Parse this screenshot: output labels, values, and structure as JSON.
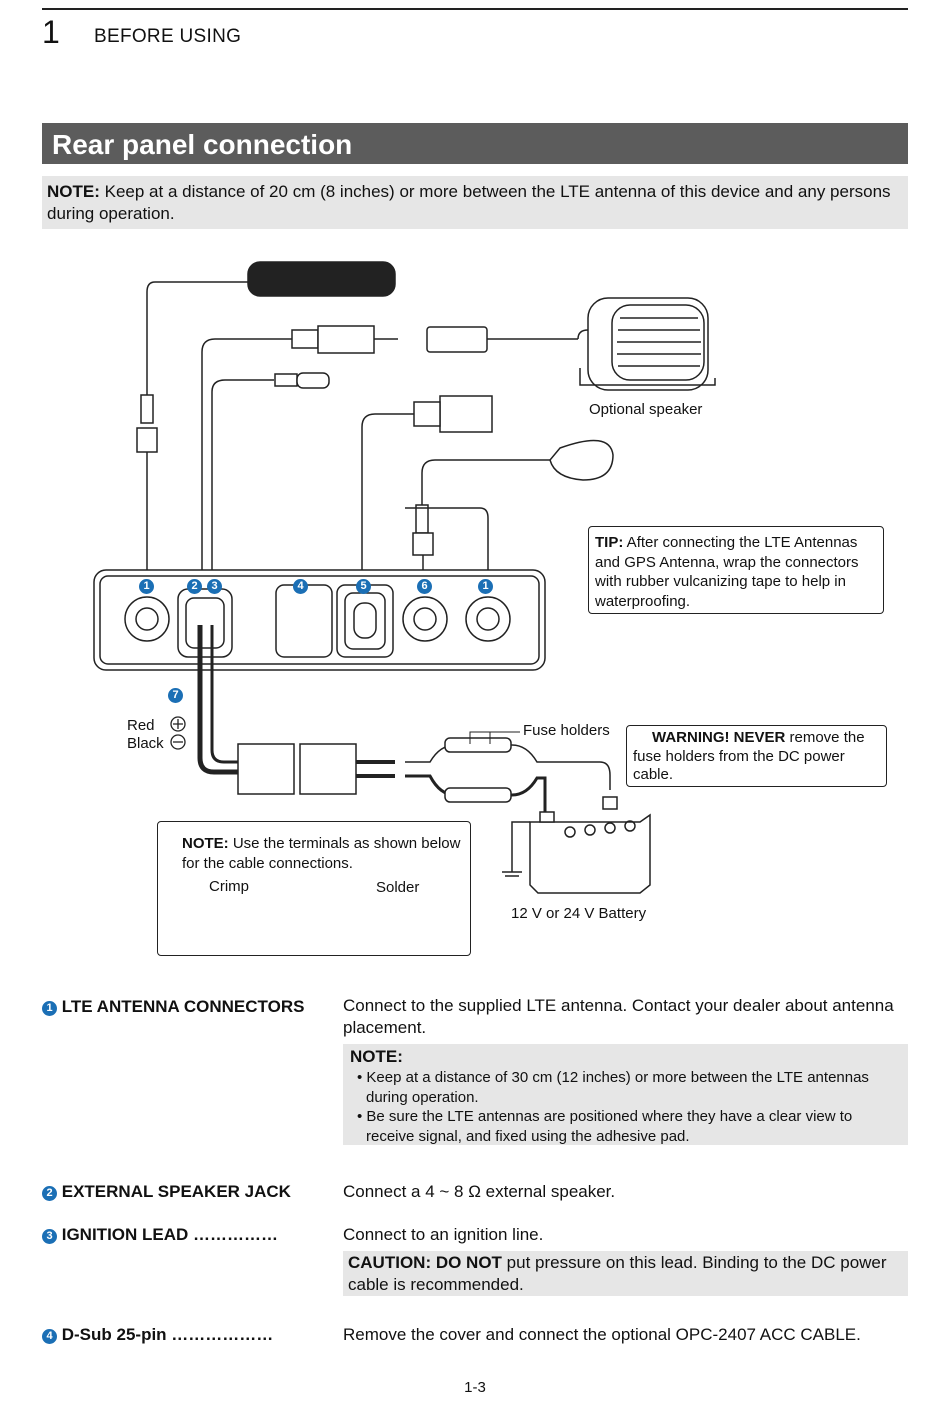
{
  "header": {
    "chapter_number": "1",
    "chapter_title": "BEFORE USING"
  },
  "section": {
    "title": "Rear panel connection"
  },
  "top_note": {
    "label": "NOTE:",
    "text": " Keep at a distance of 20 cm (8 inches) or more between the LTE antenna of this device and any persons during operation."
  },
  "diagram": {
    "optional_speaker": "Optional speaker",
    "tip_label": "TIP:",
    "tip_text": " After connecting the LTE Antennas and GPS Antenna, wrap the connectors with rubber vulcanizing tape to help in waterproofing.",
    "connector_numbers": [
      "1",
      "2",
      "3",
      "4",
      "5",
      "6",
      "1",
      "7"
    ],
    "red": "Red",
    "black": "Black",
    "fuse_holders": "Fuse holders",
    "warning_label": "WARNING! NEVER",
    "warning_text": " remove the fuse holders from the DC power cable.",
    "note_label": "NOTE:",
    "note_text": " Use the terminals as shown below for the cable connections.",
    "crimp": "Crimp",
    "solder": "Solder",
    "battery": "12 V or 24 V Battery"
  },
  "items": [
    {
      "num": "1",
      "title": "LTE ANTENNA CONNECTORS",
      "desc": "Connect to the supplied LTE antenna. Contact your dealer about antenna placement.",
      "note_label": "NOTE:",
      "bullets": [
        "• Keep at a distance of 30 cm (12 inches) or more between the LTE antennas during operation.",
        "• Be sure the LTE antennas are positioned where they have a clear view to receive signal, and fixed using the adhesive pad."
      ]
    },
    {
      "num": "2",
      "title": "EXTERNAL SPEAKER JACK",
      "desc": "Connect a 4 ~ 8 Ω external speaker."
    },
    {
      "num": "3",
      "title": "IGNITION LEAD ……………",
      "desc": "Connect to an ignition line.",
      "caution_label": "CAUTION: DO NOT",
      "caution_text": " put pressure on this lead. Binding to the DC power cable is recommended."
    },
    {
      "num": "4",
      "title": "D-Sub 25-pin  ………………",
      "desc": "Remove the cover and connect the optional OPC-2407 ACC CABLE."
    }
  ],
  "footer": {
    "page": "1-3"
  },
  "colors": {
    "section_bar": "#5c5c5c",
    "note_bg": "#e6e6e6",
    "number_circle": "#1b6fb5"
  }
}
